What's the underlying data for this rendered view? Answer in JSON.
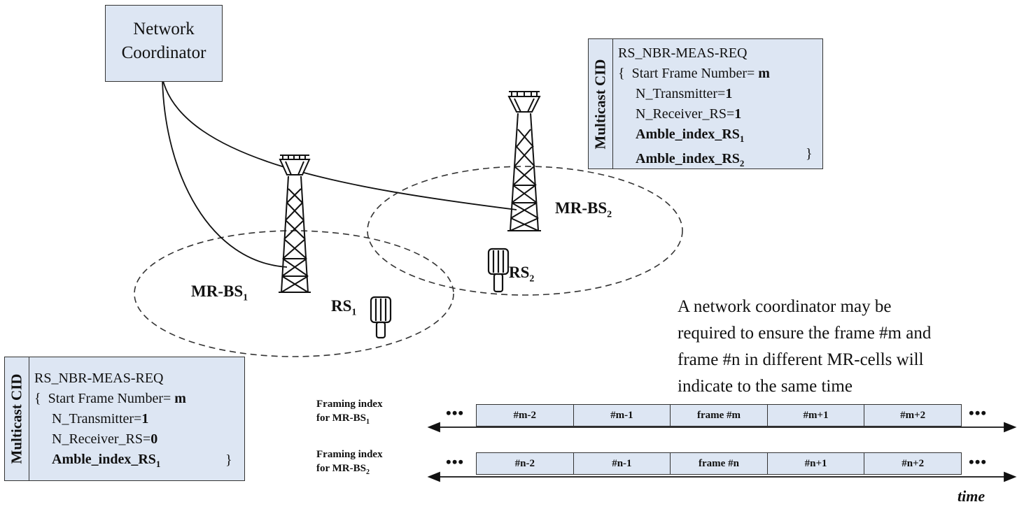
{
  "coordinator": {
    "line1": "Network",
    "line2": "Coordinator"
  },
  "stations": {
    "bs1_label": "MR-BS",
    "bs1_sub": "1",
    "bs2_label": "MR-BS",
    "bs2_sub": "2",
    "rs1_label": "RS",
    "rs1_sub": "1",
    "rs2_label": "RS",
    "rs2_sub": "2"
  },
  "msg_top": {
    "side_label": "Multicast CID",
    "title": "RS_NBR-MEAS-REQ",
    "open": "{",
    "start_frame": "Start Frame Number=",
    "start_frame_val": "m",
    "n_tx": "N_Transmitter=",
    "n_tx_val": "1",
    "n_rx": "N_Receiver_RS=",
    "n_rx_val": "1",
    "amble1": "Amble_index_RS",
    "amble1_sub": "1",
    "amble2": "Amble_index_RS",
    "amble2_sub": "2",
    "close": "}"
  },
  "msg_bottom": {
    "side_label": "Multicast CID",
    "title": "RS_NBR-MEAS-REQ",
    "open": "{",
    "start_frame": "Start Frame Number=",
    "start_frame_val": "m",
    "n_tx": "N_Transmitter=",
    "n_tx_val": "1",
    "n_rx": "N_Receiver_RS=",
    "n_rx_val": "0",
    "amble1": "Amble_index_RS",
    "amble1_sub": "1",
    "close": "}"
  },
  "note": {
    "line1": "A network coordinator may be",
    "line2": "required to ensure the frame #m and",
    "line3": "frame #n in different MR-cells will",
    "line4": "indicate to the same time"
  },
  "framing": {
    "row1_label_line1": "Framing index",
    "row1_label_line2": "for MR-BS",
    "row1_sub": "1",
    "row1_frames": [
      "#m-2",
      "#m-1",
      "frame #m",
      "#m+1",
      "#m+2"
    ],
    "row2_label_line1": "Framing index",
    "row2_label_line2": "for MR-BS",
    "row2_sub": "2",
    "row2_frames": [
      "#n-2",
      "#n-1",
      "frame #n",
      "#n+1",
      "#n+2"
    ],
    "ellipsis": "•••",
    "time_label": "time"
  }
}
